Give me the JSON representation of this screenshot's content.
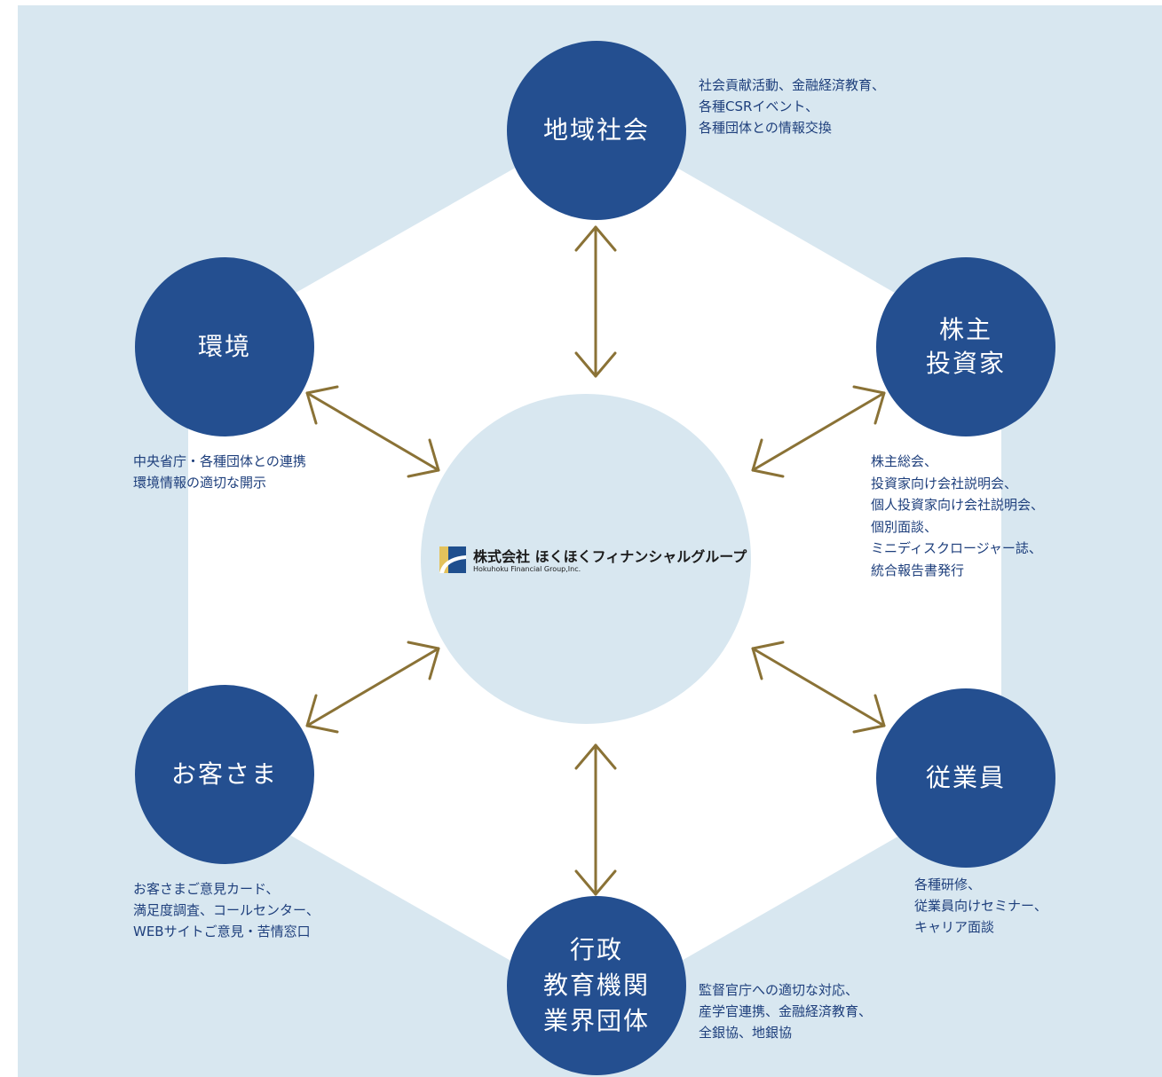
{
  "colors": {
    "background_panel": "#d8e7f0",
    "hexagon_fill": "#ffffff",
    "node_fill": "#244f90",
    "node_text": "#ffffff",
    "arrow": "#8a7236",
    "note_text": "#1e3f7c"
  },
  "center": {
    "logo_main": "株式会社 ほくほくフィナンシャルグループ",
    "logo_sub": "Hokuhoku Financial Group,Inc."
  },
  "nodes": {
    "community": {
      "label_lines": [
        "地域社会"
      ],
      "note_lines": [
        "社会貢献活動、金融経済教育、",
        "各種CSRイベント、",
        "各種団体との情報交換"
      ]
    },
    "shareholders": {
      "label_lines": [
        "株主",
        "投資家"
      ],
      "note_lines": [
        "株主総会、",
        "投資家向け会社説明会、",
        "個人投資家向け会社説明会、",
        "個別面談、",
        "ミニディスクロージャー誌、",
        "統合報告書発行"
      ]
    },
    "employees": {
      "label_lines": [
        "従業員"
      ],
      "note_lines": [
        "各種研修、",
        "従業員向けセミナー、",
        "キャリア面談"
      ]
    },
    "government": {
      "label_lines": [
        "行政",
        "教育機関",
        "業界団体"
      ],
      "note_lines": [
        "監督官庁への適切な対応、",
        "産学官連携、金融経済教育、",
        "全銀協、地銀協"
      ]
    },
    "customers": {
      "label_lines": [
        "お客さま"
      ],
      "note_lines": [
        "お客さまご意見カード、",
        "満足度調査、コールセンター、",
        "WEBサイトご意見・苦情窓口"
      ]
    },
    "environment": {
      "label_lines": [
        "環境"
      ],
      "note_lines": [
        "中央省庁・各種団体との連携",
        "環境情報の適切な開示"
      ]
    }
  }
}
